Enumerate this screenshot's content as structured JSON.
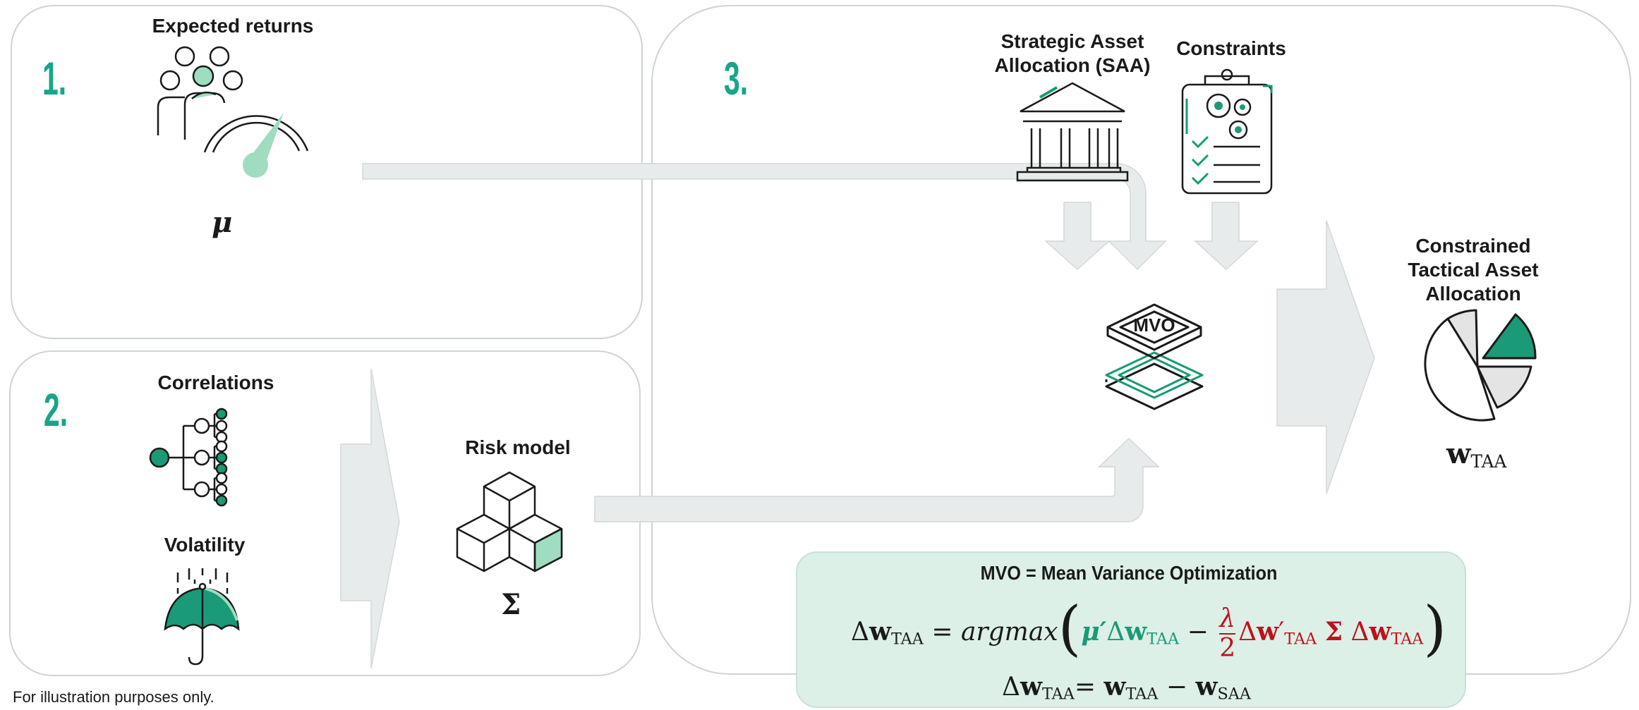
{
  "panels": {
    "p1": {
      "number": "1.",
      "title": "Expected returns",
      "symbol": "μ"
    },
    "p2": {
      "number": "2.",
      "correlations": "Correlations",
      "volatility": "Volatility",
      "risk_model": "Risk model",
      "sigma": "Σ"
    },
    "p3": {
      "number": "3.",
      "saa": "Strategic Asset Allocation (SAA)",
      "constraints": "Constraints",
      "mvo": "MVO",
      "result": "Constrained Tactical Asset Allocation",
      "result_symbol_main": "w",
      "result_symbol_sub": "TAA"
    }
  },
  "formula": {
    "title": "MVO = Mean Variance Optimization",
    "lhs": "Δ",
    "w": "w",
    "taa": "TAA",
    "saa": "SAA",
    "eq": "=",
    "argmax": "argmax",
    "mu": "μ′",
    "minus": "−",
    "lambda": "λ",
    "two": "2",
    "prime": "′",
    "sigma": "Σ"
  },
  "footnote": "For illustration purposes only.",
  "colors": {
    "accent": "#1a9a76",
    "accent_light": "#9fdcc0",
    "teal_number": "#18a58a",
    "red": "#c0101a",
    "arrow": "#e8ebeb",
    "panel_border": "#cfd3d3"
  }
}
